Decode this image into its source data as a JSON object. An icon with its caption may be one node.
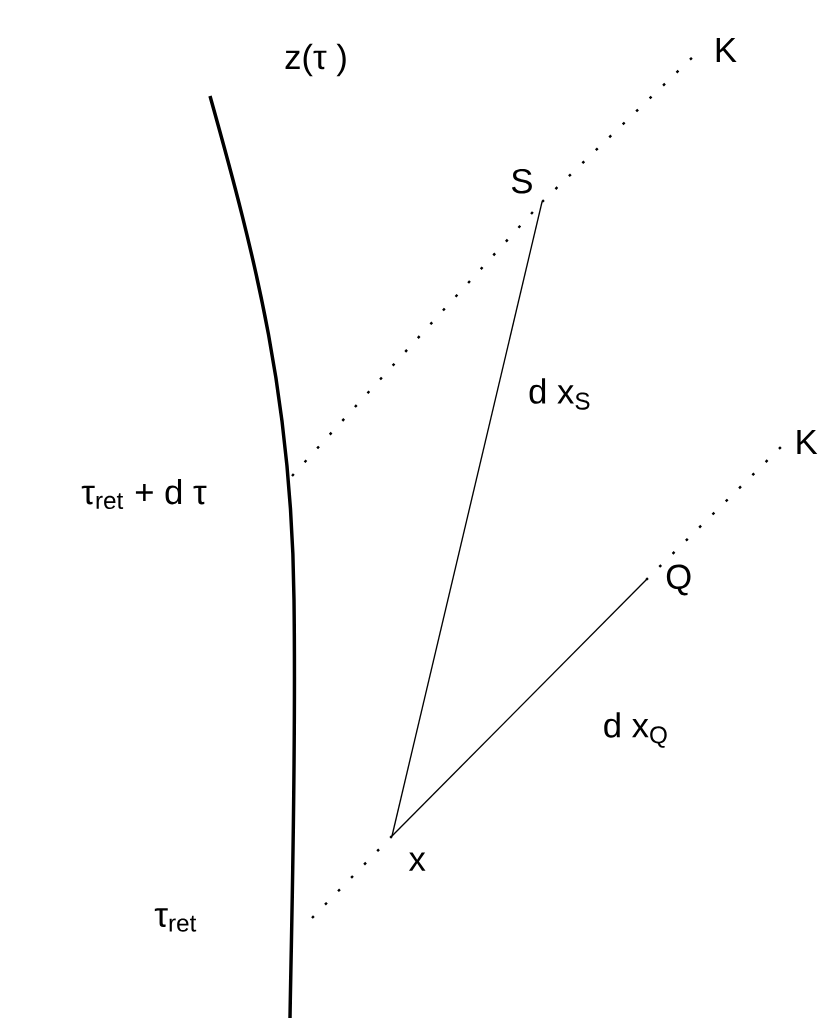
{
  "diagram": {
    "nodes": [
      {
        "text": [
          "K"
        ]
      },
      {
        "text": [
          "S"
        ]
      },
      {
        "text": [
          "K"
        ]
      },
      {
        "text": [
          "Q"
        ]
      },
      {
        "text": [
          "x"
        ]
      }
    ],
    "edges": [
      {
        "from": 4,
        "to": 1,
        "arrow": "none",
        "label": "d x$_{S}$"
      },
      {
        "from": 4,
        "to": 3,
        "arrow": "none",
        "label": "d x$_{Q}$"
      },
      {
        "from": null,
        "to": 1,
        "arrow": "none",
        "style": "dashed"
      },
      {
        "from": 1,
        "to": 0,
        "arrow": "none",
        "style": "dashed"
      },
      {
        "from": null,
        "to": 4,
        "arrow": "none",
        "style": "dashed"
      },
      {
        "from": 3,
        "to": 2,
        "arrow": "none",
        "style": "dashed"
      }
    ],
    "labels": [
      "z(τ )",
      "τ$_{ret}$ + d τ",
      "τ$_{ret}$"
    ]
  }
}
